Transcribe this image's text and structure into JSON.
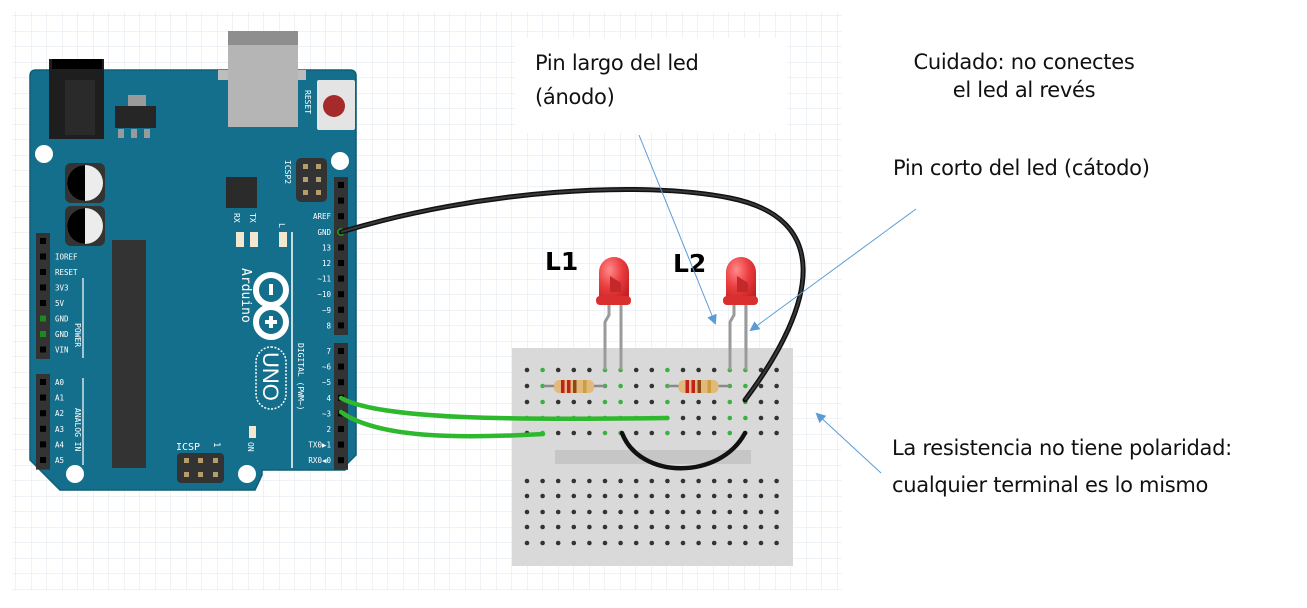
{
  "diagram": {
    "title": "Arduino UNO con dos LEDs en protoboard",
    "colors": {
      "board": "#146f8c",
      "header": "#333333",
      "wire_black": "#1a1a1a",
      "wire_green": "#2db82d",
      "led_red": "#e8383b",
      "breadboard": "#d9d9d9",
      "arrow": "#5b9bd5",
      "grid": "#dfe4ec"
    },
    "annotations": {
      "anode": {
        "line1": "Pin largo del led",
        "line2": "(ánodo)"
      },
      "warning": {
        "line1": "Cuidado: no conectes",
        "line2": "el led al revés"
      },
      "cathode": {
        "text": "Pin corto del led (cátodo)"
      },
      "resistor": {
        "line1": "La resistencia no tiene polaridad:",
        "line2": "cualquier terminal es lo mismo"
      }
    },
    "leds": [
      {
        "label": "L1"
      },
      {
        "label": "L2"
      }
    ],
    "arduino": {
      "brand": "Arduino",
      "model": "UNO",
      "reset_label": "RESET",
      "icsp2_label": "ICSP2",
      "icsp_label": "ICSP",
      "icsp_pin1": "1",
      "on_label": "ON",
      "rx_label": "RX",
      "tx_label": "TX",
      "l_label": "L",
      "digital_label": "DIGITAL (PWM~)",
      "power_label": "POWER",
      "analog_label": "ANALOG IN",
      "digital_pins_top": [
        "",
        "",
        "AREF",
        "GND",
        "13",
        "12",
        "~11",
        "~10",
        "~9",
        "8"
      ],
      "digital_pins_bottom": [
        "7",
        "~6",
        "~5",
        "4",
        "~3",
        "2",
        "TX0▶1",
        "RX0◀0"
      ],
      "power_pins": [
        "",
        "IOREF",
        "RESET",
        "3V3",
        "5V",
        "GND",
        "GND",
        "VIN"
      ],
      "analog_pins": [
        "A0",
        "A1",
        "A2",
        "A3",
        "A4",
        "A5"
      ]
    }
  }
}
